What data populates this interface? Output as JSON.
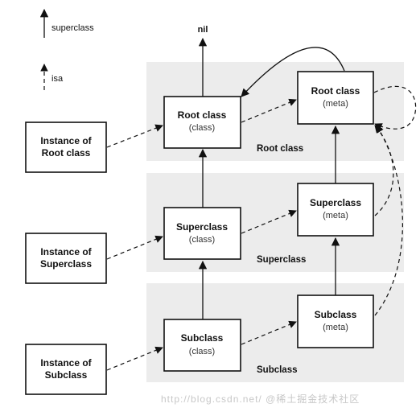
{
  "legend": {
    "superclass": "superclass",
    "isa": "isa"
  },
  "nil_label": "nil",
  "bands": {
    "root": "Root class",
    "superclass": "Superclass",
    "subclass": "Subclass"
  },
  "instances": {
    "root": [
      "Instance of",
      "Root class"
    ],
    "superclass": [
      "Instance of",
      "Superclass"
    ],
    "subclass": [
      "Instance of",
      "Subclass"
    ]
  },
  "classes": {
    "root": [
      "Root class",
      "(class)"
    ],
    "superclass": [
      "Superclass",
      "(class)"
    ],
    "subclass": [
      "Subclass",
      "(class)"
    ]
  },
  "metas": {
    "root": [
      "Root class",
      "(meta)"
    ],
    "superclass": [
      "Superclass",
      "(meta)"
    ],
    "subclass": [
      "Subclass",
      "(meta)"
    ]
  },
  "watermark": "http://blog.csdn.net/ @稀土掘金技术社区"
}
